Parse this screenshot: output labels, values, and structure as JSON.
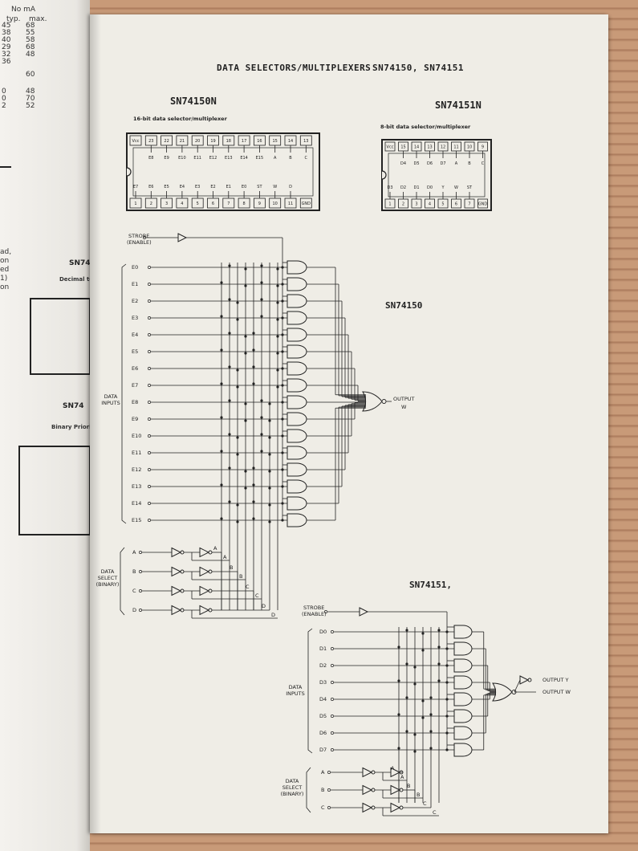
{
  "header": {
    "title": "DATA SELECTORS/MULTIPLEXERS",
    "parts": "SN74150, SN74151"
  },
  "chip150": {
    "title": "SN74150N",
    "subtitle": "16-bit data selector/multiplexer",
    "top_pins": [
      "Vcc",
      "23",
      "22",
      "21",
      "20",
      "19",
      "18",
      "17",
      "16",
      "15",
      "14",
      "13"
    ],
    "bottom_pins": [
      "1",
      "2",
      "3",
      "4",
      "5",
      "6",
      "7",
      "8",
      "9",
      "10",
      "11",
      "GND"
    ],
    "top_inner": [
      "E8",
      "E9",
      "E10",
      "E11",
      "E12",
      "E13",
      "E14",
      "E15",
      "A",
      "B",
      "C"
    ],
    "bottom_inner": [
      "E7",
      "E6",
      "E5",
      "E4",
      "E3",
      "E2",
      "E1",
      "E0",
      "ST",
      "W",
      "D"
    ]
  },
  "chip151": {
    "title": "SN74151N",
    "subtitle": "8-bit data selector/multiplexer",
    "top_pins": [
      "Vcc",
      "15",
      "14",
      "13",
      "12",
      "11",
      "10",
      "9"
    ],
    "bottom_pins": [
      "1",
      "2",
      "3",
      "4",
      "5",
      "6",
      "7",
      "GND"
    ],
    "top_inner": [
      "D4",
      "D5",
      "D6",
      "D7",
      "A",
      "B",
      "C"
    ],
    "bottom_inner": [
      "D3",
      "D2",
      "D1",
      "D0",
      "Y",
      "W",
      "ST"
    ]
  },
  "diagram150": {
    "title": "SN74150",
    "strobe_label": "STROBE",
    "strobe_sub": "(ENABLE)",
    "data_inputs_label": [
      "DATA",
      "INPUTS"
    ],
    "inputs": [
      "E0",
      "E1",
      "E2",
      "E3",
      "E4",
      "E5",
      "E6",
      "E7",
      "E8",
      "E9",
      "E10",
      "E11",
      "E12",
      "E13",
      "E14",
      "E15"
    ],
    "select_label": [
      "DATA",
      "SELECT",
      "(BINARY)"
    ],
    "selects": [
      "A",
      "B",
      "C",
      "D"
    ],
    "output_label": "OUTPUT",
    "output_name": "W"
  },
  "diagram151": {
    "title": "SN74151,",
    "strobe_label": "STROBE",
    "strobe_sub": "(ENABLE)",
    "data_inputs_label": [
      "DATA",
      "INPUTS"
    ],
    "inputs": [
      "D0",
      "D1",
      "D2",
      "D3",
      "D4",
      "D5",
      "D6",
      "D7"
    ],
    "select_label": [
      "DATA",
      "SELECT",
      "(BINARY)"
    ],
    "selects": [
      "A",
      "B",
      "C"
    ],
    "output_y": "OUTPUT Y",
    "output_w": "OUTPUT W"
  },
  "left_page": {
    "col_head": [
      "No mA",
      "typ.",
      "max."
    ],
    "num_rows": [
      [
        "45",
        "68"
      ],
      [
        "38",
        "55"
      ],
      [
        "40",
        "58"
      ],
      [
        "29",
        "68"
      ],
      [
        "32",
        "48"
      ],
      [
        "36",
        ""
      ],
      [
        "",
        "60"
      ],
      [
        "0",
        "48"
      ],
      [
        "0",
        "70"
      ],
      [
        "2",
        "52"
      ]
    ],
    "chip_a_title": "SN74",
    "chip_a_sub": "Decimal to B",
    "chip_b_title": "SN74",
    "chip_b_sub": "Binary Priori",
    "side_words": [
      "ad,",
      "on",
      "ed",
      "1)",
      "on"
    ]
  }
}
